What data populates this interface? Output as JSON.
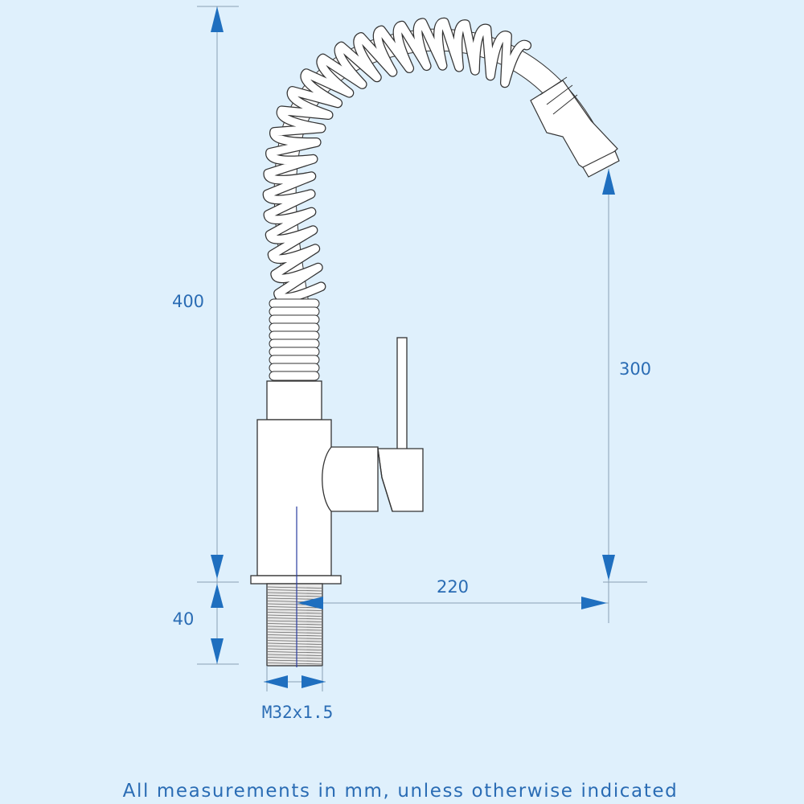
{
  "dimensions": {
    "overall_height": "400",
    "spout_height": "300",
    "reach": "220",
    "thread_length": "40",
    "thread_size": "M32x1.5"
  },
  "footer": "All measurements in mm, unless otherwise indicated",
  "colors": {
    "background": "#dff0fc",
    "dimension": "#1f6fbf",
    "outline": "#333333",
    "fill": "#ffffff"
  }
}
